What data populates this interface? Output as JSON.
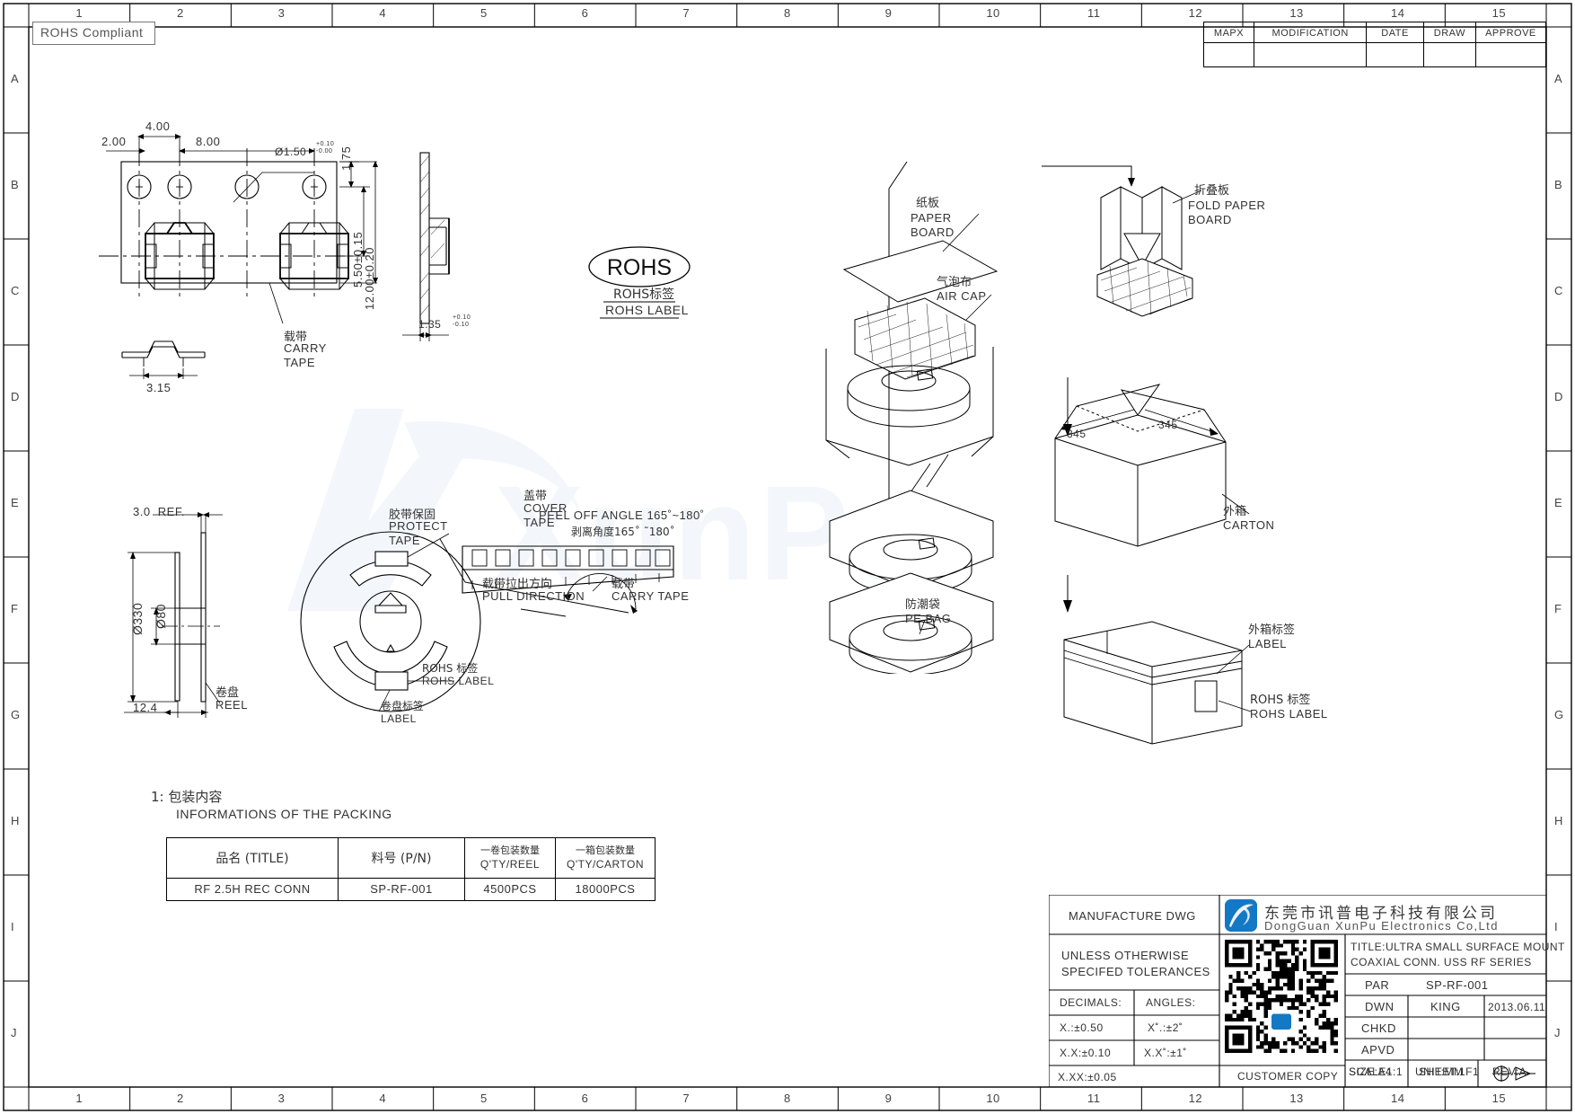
{
  "sheet": {
    "rohs_compliant": "ROHS Compliant",
    "col_numbers": [
      "1",
      "2",
      "3",
      "4",
      "5",
      "6",
      "7",
      "8",
      "9",
      "10",
      "11",
      "12",
      "13",
      "14",
      "15"
    ],
    "row_letters": [
      "A",
      "B",
      "C",
      "D",
      "E",
      "F",
      "G",
      "H",
      "I",
      "J"
    ]
  },
  "revision_table": {
    "headers": [
      "MAPX",
      "MODIFICATION",
      "DATE",
      "DRAW",
      "APPROVE"
    ],
    "rows": [
      [
        "",
        "",
        "",
        "",
        ""
      ]
    ]
  },
  "carry_tape_view": {
    "dims": {
      "d2": "2.00",
      "d4": "4.00",
      "d8": "8.00",
      "hole_dia": "Ø1.50",
      "hole_tol_up": "+0.10",
      "hole_tol_dn": "-0.00",
      "d175": "1.75",
      "d550": "5.50±0.15",
      "d1200": "12.00±0.20",
      "thk": "1.35",
      "thk_tol_up": "+0.10",
      "thk_tol_dn": "-0.10",
      "d315": "3.15"
    },
    "label_cn": "载带",
    "label_en1": "CARRY",
    "label_en2": "TAPE"
  },
  "rohs_stamp": {
    "oval": "ROHS",
    "cn": "ROHS标签",
    "en": "ROHS LABEL"
  },
  "reel_view": {
    "ref": "3.0  REF.",
    "d330": "Ø330",
    "d80": "Ø80",
    "w124": "12.4",
    "label_cn": "卷盘",
    "label_en": "REEL"
  },
  "tape_view": {
    "protect_cn": "胶带保固",
    "protect_en1": "PROTECT",
    "protect_en2": "TAPE",
    "cover_cn": "盖带",
    "cover_en1": "COVER",
    "cover_en2": "TAPE",
    "peel_en": "PEEL OFF ANGLE 165˚~180˚",
    "peel_cn": "剥离角度165˚ ˜180˚",
    "pull_cn": "载带拉出方向",
    "pull_en": "PULL DIRECTION",
    "carry_cn": "载带",
    "carry_en": "CARRY TAPE",
    "rohs_label_cn": "ROHS 标签",
    "rohs_label_en": "ROHS LABEL",
    "reel_label_cn": "卷盘标签",
    "reel_label_en": "LABEL"
  },
  "packing_view": {
    "paper_cn": "纸板",
    "paper_en1": "PAPER",
    "paper_en2": "BOARD",
    "aircap_cn": "气泡布",
    "aircap_en": "AIR CAP",
    "pebag_cn": "防潮袋",
    "pebag_en": "PE BAG",
    "fold_cn": "折叠板",
    "fold_en1": "FOLD PAPER",
    "fold_en2": "BOARD",
    "carton_cn": "外箱",
    "carton_en": "CARTON",
    "carton_label_cn": "外箱标签",
    "carton_label_en": "LABEL",
    "rohs_cn": "ROHS 标签",
    "rohs_en": "ROHS LABEL",
    "dim_345_a": "345",
    "dim_345_b": "345"
  },
  "packing_info": {
    "note_cn": "1: 包装内容",
    "note_en": "INFORMATIONS OF THE PACKING",
    "headers": [
      {
        "cn": "品名 (TITLE)",
        "en": ""
      },
      {
        "cn": "料号 (P/N)",
        "en": ""
      },
      {
        "cn": "一卷包装数量",
        "en": "Q'TY/REEL"
      },
      {
        "cn": "一箱包装数量",
        "en": "Q'TY/CARTON"
      }
    ],
    "rows": [
      [
        "RF 2.5H REC CONN",
        "SP-RF-001",
        "4500PCS",
        "18000PCS"
      ]
    ]
  },
  "title_block": {
    "manufacture_dwg": "MANUFACTURE DWG",
    "tolerance_note1": "UNLESS OTHERWISE",
    "tolerance_note2": "SPECIFED TOLERANCES",
    "decimals_label": "DECIMALS:",
    "angles_label": "ANGLES:",
    "tol_rows": [
      {
        "dec": "X.:±0.50",
        "ang": "X˚.:±2˚"
      },
      {
        "dec": "X.X:±0.10",
        "ang": "X.X˚:±1˚"
      },
      {
        "dec": "X.XX:±0.05",
        "ang": ""
      }
    ],
    "customer_copy": "CUSTOMER COPY",
    "company_cn": "东莞市讯普电子科技有限公司",
    "company_en": "DongGuan XunPu Electronics Co,Ltd",
    "title_line1": "TITLE:ULTRA SMALL SURFACE MOUNT",
    "title_line2": "COAXIAL CONN. USS RF SERIES",
    "par_label": "PAR",
    "par_value": "SP-RF-001",
    "dwn_label": "DWN",
    "dwn_value": "KING",
    "dwn_date": "2013.06.11",
    "chkd_label": "CHKD",
    "chkd_value": "",
    "chkd_date": "",
    "apvd_label": "APVD",
    "apvd_value": "",
    "apvd_date": "",
    "scale": "SCALE1:1",
    "unit": "UNIT:MM",
    "projection_symbol": "first-angle-projection-icon",
    "size": "SIZE:A4",
    "sheet": "SHEET:1F1",
    "rev": "REV:A"
  },
  "colors": {
    "line": "#000000",
    "text": "#333333",
    "logo_blue": "#1479c4",
    "watermark": "#b9d4ee"
  }
}
